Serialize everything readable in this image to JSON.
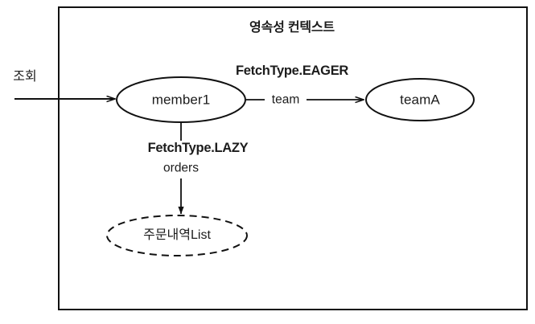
{
  "diagram": {
    "type": "jpa-fetch-type-diagram",
    "container": {
      "title": "영속성 컨텍스트",
      "border_color": "#111111"
    },
    "external": {
      "query_label": "조회"
    },
    "nodes": [
      {
        "id": "member1",
        "label": "member1",
        "shape": "ellipse",
        "style": "solid"
      },
      {
        "id": "teamA",
        "label": "teamA",
        "shape": "ellipse",
        "style": "solid"
      },
      {
        "id": "orderList",
        "label": "주문내역List",
        "shape": "ellipse",
        "style": "dashed"
      }
    ],
    "edges": [
      {
        "id": "member-to-team",
        "from": "member1",
        "to": "teamA",
        "fetch_label": "FetchType.EAGER",
        "field_label": "team",
        "direction": "right"
      },
      {
        "id": "member-to-orders",
        "from": "member1",
        "to": "orderList",
        "fetch_label": "FetchType.LAZY",
        "field_label": "orders",
        "direction": "down"
      }
    ],
    "colors": {
      "stroke": "#111111",
      "text": "#1c1c1c",
      "background": "#ffffff"
    }
  }
}
